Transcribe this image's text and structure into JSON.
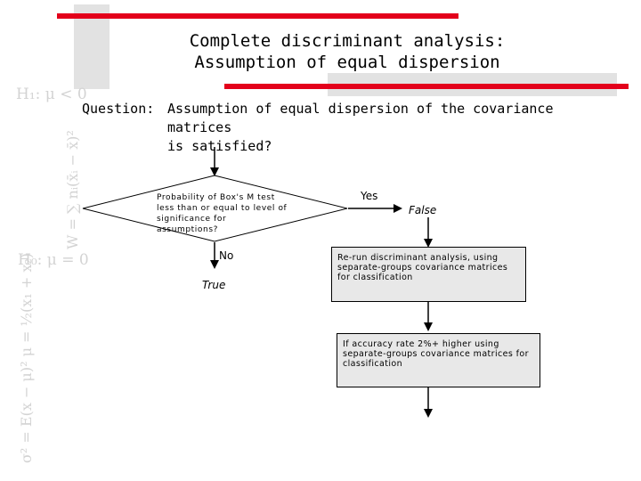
{
  "slide": {
    "title_line1": "Complete discriminant analysis:",
    "title_line2": "Assumption of equal dispersion",
    "question_label": "Question:",
    "question_line1": "Assumption of equal dispersion of the covariance matrices",
    "question_line2": "is satisfied?"
  },
  "flowchart": {
    "decision_line1": "Probability of Box's M test",
    "decision_line2": "less than or equal to level of",
    "decision_line3": "significance for assumptions?",
    "yes_label": "Yes",
    "false_label": "False",
    "no_label": "No",
    "true_label": "True",
    "box1_line1": "Re-run discriminant analysis, using",
    "box1_line2": "separate-groups covariance matrices",
    "box1_line3": "for classification",
    "box2_line1": "If accuracy rate 2%+ higher using",
    "box2_line2": "separate-groups covariance matrices for",
    "box2_line3": "classification"
  },
  "decor": {
    "formula1": "H₁: μ < 0",
    "formula2": "H₀: μ = 0",
    "formula3": "W = ∑ nᵢ(x̄ᵢ − x̄)²",
    "formula4": "σ² = E(x − μ)²  μ = ½(x₁ + x₂)"
  },
  "colors": {
    "accent": "#e3001b",
    "decor_grey": "#e2e2e2",
    "box_fill": "#e8e8e8"
  }
}
